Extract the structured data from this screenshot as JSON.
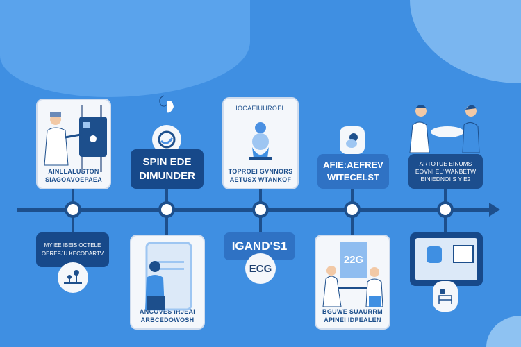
{
  "top": [
    {
      "lines": [
        "AINLLALUSTON",
        "SIAGOAVOEPAEA"
      ]
    },
    {
      "lines": [
        "SPIN EDE",
        "DIMUNDER"
      ]
    },
    {
      "title": "IOCAEIUUROEL",
      "lines": [
        "TOPROEI GVNNORS",
        "AETUSX WTANKOF"
      ]
    },
    {
      "lines": [
        "AFIE:AEFREV",
        "WITECELST"
      ]
    },
    {
      "lines": [
        "ARTOTUE EINUMS",
        "EOVNI EL' WANBETW",
        "EINIEDNOI S Y E2"
      ]
    }
  ],
  "bottom": [
    {
      "lines": [
        "MYIEE IBEIS OCTELE",
        "OEREFJU KECODARTV"
      ]
    },
    {
      "lines": [
        "ANCOVES IRJEAI",
        "ARBCEDOWOSH"
      ]
    },
    {
      "label": "IGAND'S1",
      "badge": "ECG"
    },
    {
      "screen": "22G",
      "lines": [
        "BGUWE SUAURRM",
        "APINEI IDPEALEN"
      ]
    },
    {}
  ],
  "colors": {
    "background": "#3f8fe2",
    "navy": "#17498a",
    "mid": "#2f72c4",
    "card": "#f4f7fb"
  }
}
